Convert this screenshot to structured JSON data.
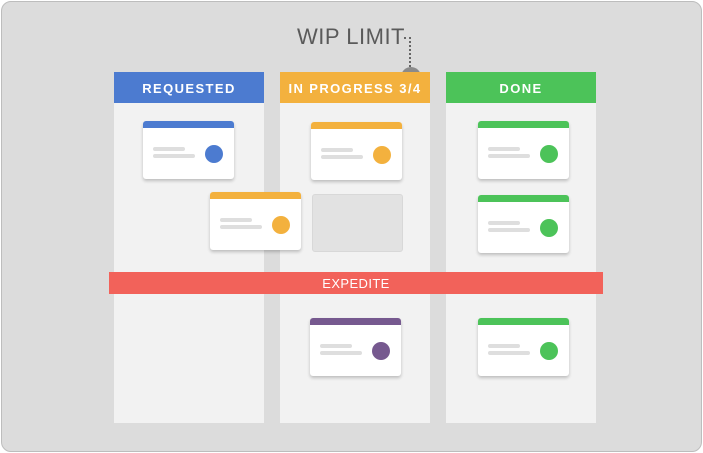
{
  "wip_label": "WIP LIMIT",
  "colors": {
    "frame": "#dcdcdc",
    "column": "#f2f2f2",
    "blue": "#4c7bd0",
    "orange": "#f3b13e",
    "green": "#4cc359",
    "purple": "#76598f",
    "expedite": "#f2625a"
  },
  "columns": [
    {
      "title": "REQUESTED",
      "color": "#4c7bd0"
    },
    {
      "title": "IN PROGRESS 3/4",
      "color": "#f3b13e"
    },
    {
      "title": "DONE",
      "color": "#4cc359"
    }
  ],
  "expedite_label": "EXPEDITE"
}
